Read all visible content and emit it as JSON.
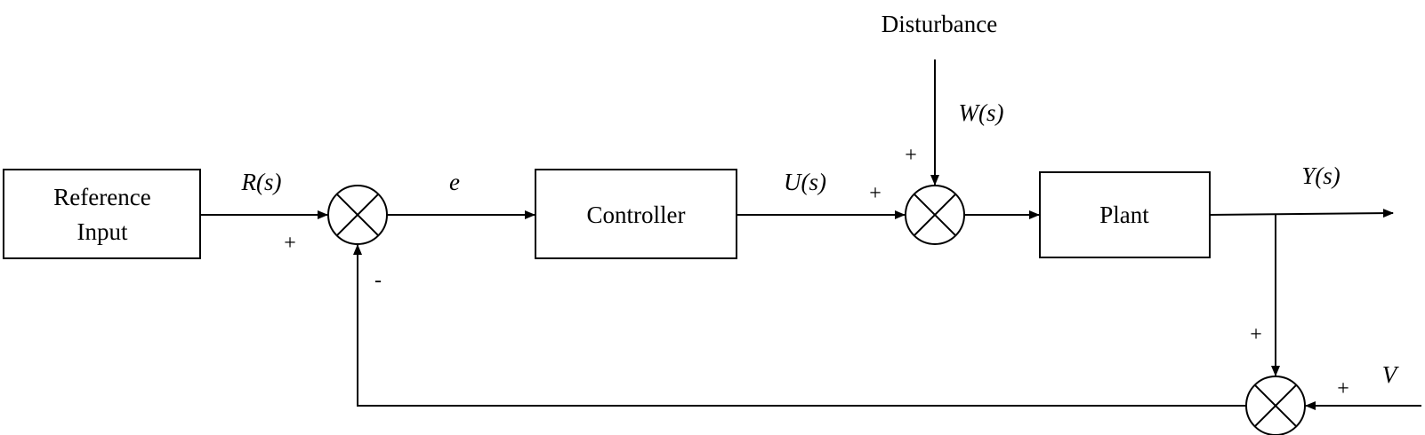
{
  "diagram": {
    "blocks": {
      "reference_input": {
        "line1": "Reference",
        "line2": "Input"
      },
      "controller": "Controller",
      "plant": "Plant"
    },
    "labels": {
      "disturbance": "Disturbance",
      "r_signal": "R(s)",
      "error_signal": "e",
      "u_signal": "U(s)",
      "w_signal": "W(s)",
      "y_signal": "Y(s)",
      "v_signal": "V"
    },
    "signs": {
      "sum1_reference": "+",
      "sum1_feedback": "-",
      "sum2_control": "+",
      "sum2_disturbance": "+",
      "sum3_output": "+",
      "sum3_noise": "+"
    }
  }
}
